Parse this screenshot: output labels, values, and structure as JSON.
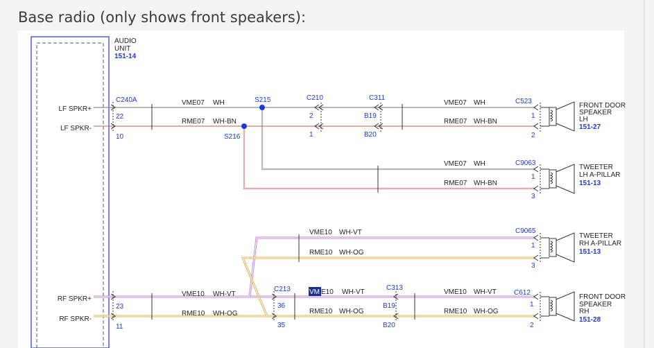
{
  "caption": "Base radio (only shows front speakers):",
  "audio_unit": {
    "line1": "AUDIO",
    "line2": "UNIT",
    "ref": "151-14"
  },
  "pins": {
    "lf_plus": "LF SPKR+",
    "lf_minus": "LF SPKR-",
    "rf_plus": "RF SPKR+",
    "rf_minus": "RF SPKR-"
  },
  "connectors": {
    "c240a": "C240A",
    "s215": "S215",
    "s216": "S216",
    "c210": "C210",
    "c311": "C311",
    "c523": "C523",
    "c9063": "C9063",
    "c9065": "C9065",
    "c213": "C213",
    "c313": "C313",
    "c612": "C612"
  },
  "pin_numbers": {
    "p22": "22",
    "p10": "10",
    "p2a": "2",
    "p1a": "1",
    "b19a": "B19",
    "b20a": "B20",
    "p1b": "1",
    "p2b": "2",
    "p1c": "1",
    "p3c": "3",
    "p1d": "1",
    "p3d": "3",
    "p23": "23",
    "p11": "11",
    "p36": "36",
    "p35": "35",
    "b19b": "B19",
    "b20b": "B20",
    "p1e": "1",
    "p2e": "2"
  },
  "wires": {
    "vme07": "VME07",
    "rme07": "RME07",
    "vme10": "VME10",
    "rme10": "RME10",
    "vm_hl": "VM",
    "e10": "E10",
    "wh": "WH",
    "wh_bn": "WH-BN",
    "wh_vt": "WH-VT",
    "wh_og": "WH-OG"
  },
  "devices": {
    "front_lh": {
      "l1": "FRONT DOOR",
      "l2": "SPEAKER",
      "l3": "LH",
      "ref": "151-27"
    },
    "tweeter_lh": {
      "l1": "TWEETER",
      "l2": "LH A-PILLAR",
      "ref": "151-13"
    },
    "tweeter_rh": {
      "l1": "TWEETER",
      "l2": "RH A-PILLAR",
      "ref": "151-13"
    },
    "front_rh": {
      "l1": "FRONT DOOR",
      "l2": "SPEAKER",
      "l3": "RH",
      "ref": "151-28"
    }
  },
  "colors": {
    "wire_gray": "#8a8a8a",
    "wire_brown": "#c9806b",
    "wire_violet": "#c58ad3",
    "wire_orange": "#e2b45a",
    "label_blue": "#1a3bd6",
    "highlight": "#1c2f8f"
  }
}
